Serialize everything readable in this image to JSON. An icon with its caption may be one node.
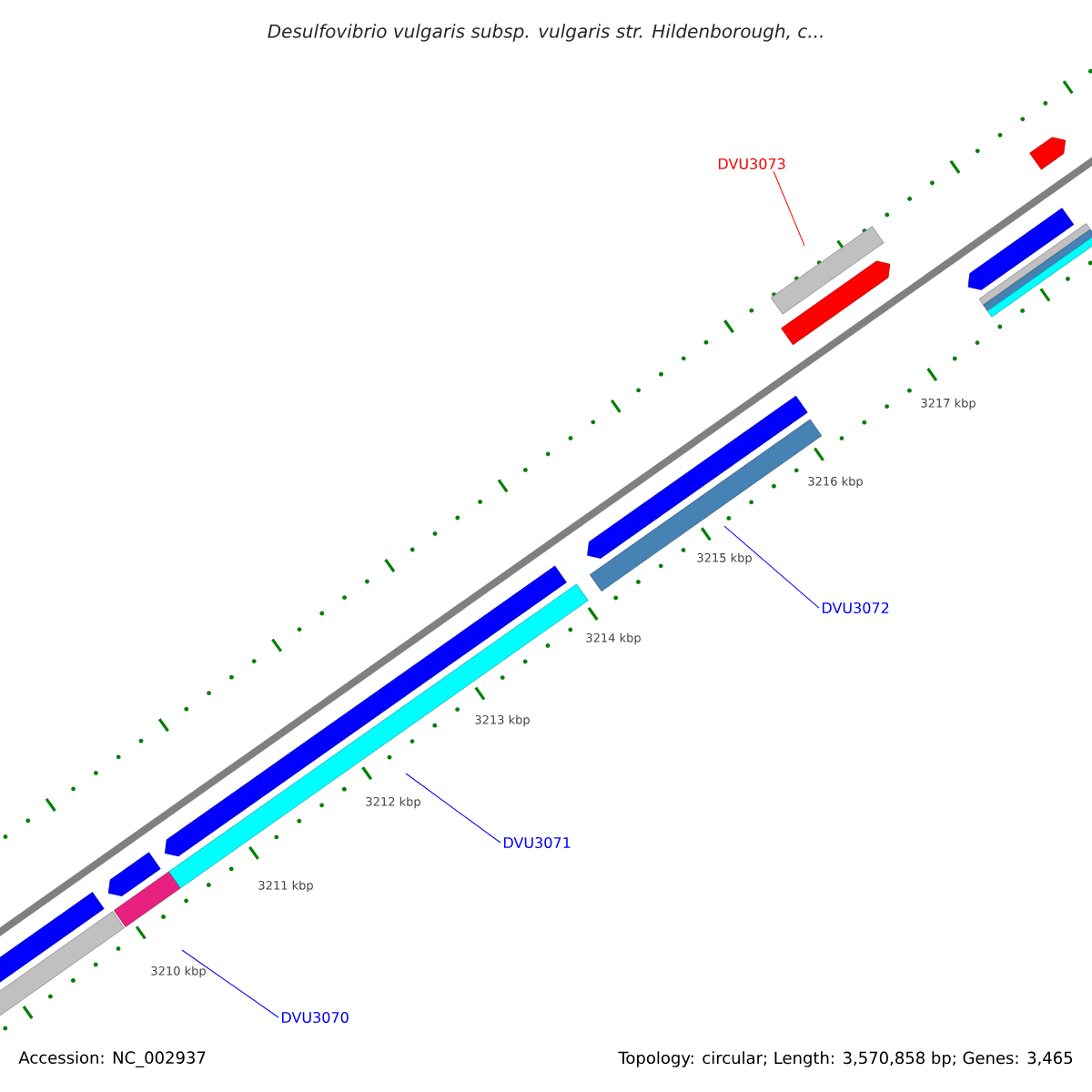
{
  "diagram": {
    "title": "Desulfovibrio vulgaris subsp. vulgaris str. Hildenborough, c...",
    "nodes": [
      {
        "text": [
          "DVU3073"
        ]
      },
      {
        "text": [
          "DVU3072"
        ]
      },
      {
        "text": [
          "DVU3071"
        ]
      },
      {
        "text": [
          "DVU3070"
        ]
      }
    ],
    "edges": [
      {
        "from": 0,
        "to": null,
        "arrow": "none",
        "color": "#ff0000"
      },
      {
        "from": 1,
        "to": null,
        "arrow": "none"
      },
      {
        "from": 2,
        "to": null,
        "arrow": "none"
      },
      {
        "from": 3,
        "to": null,
        "arrow": "none"
      }
    ],
    "labels": [
      "3217 kbp",
      "3216 kbp",
      "3215 kbp",
      "3214 kbp",
      "3213 kbp",
      "3212 kbp",
      "3211 kbp",
      "3210 kbp",
      "Accession: NC_002937",
      "Topology: circular; Length: 3,570,858 bp; Genes: 3,465"
    ]
  }
}
